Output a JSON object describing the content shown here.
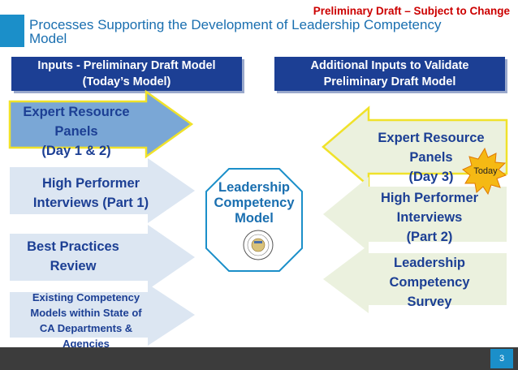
{
  "header": {
    "draft_notice": "Preliminary Draft – Subject to Change",
    "title_line1": "Processes Supporting the Development of Leadership Competency",
    "title_line2": "Model"
  },
  "left_header": {
    "line1": "Inputs - Preliminary Draft Model",
    "line2": "(Today’s Model)"
  },
  "right_header": {
    "line1": "Additional Inputs to Validate",
    "line2": "Preliminary Draft Model"
  },
  "left_inputs": [
    {
      "line1": "Expert Resource",
      "line2": "Panels",
      "line3": "(Day 1 & 2)"
    },
    {
      "line1": "High Performer",
      "line2": "Interviews (Part 1)"
    },
    {
      "line1": "Best Practices",
      "line2": "Review"
    },
    {
      "line1": "Existing Competency",
      "line2": "Models within State of",
      "line3": "CA Departments &",
      "line4": "Agencies"
    }
  ],
  "right_inputs": [
    {
      "line1": "Expert Resource",
      "line2": "Panels",
      "line3": "(Day 3)"
    },
    {
      "line1": "High Performer",
      "line2": "Interviews",
      "line3": "(Part 2)"
    },
    {
      "line1": "Leadership",
      "line2": "Competency",
      "line3": "Survey"
    }
  ],
  "today_badge": "Today",
  "center_model": {
    "line1": "Leadership",
    "line2": "Competency",
    "line3": "Model"
  },
  "footer": {
    "page_number": "3"
  },
  "colors": {
    "navy": "#1c3f94",
    "accent_blue": "#1b8fc9",
    "arrow_highlight": "#7aa7d6",
    "arrow_light": "#dce6f2",
    "arrow_green": "#ebf1de",
    "highlight_border": "#f0e22a",
    "draft_red": "#cc0000",
    "footer_gray": "#3c3c3c"
  }
}
